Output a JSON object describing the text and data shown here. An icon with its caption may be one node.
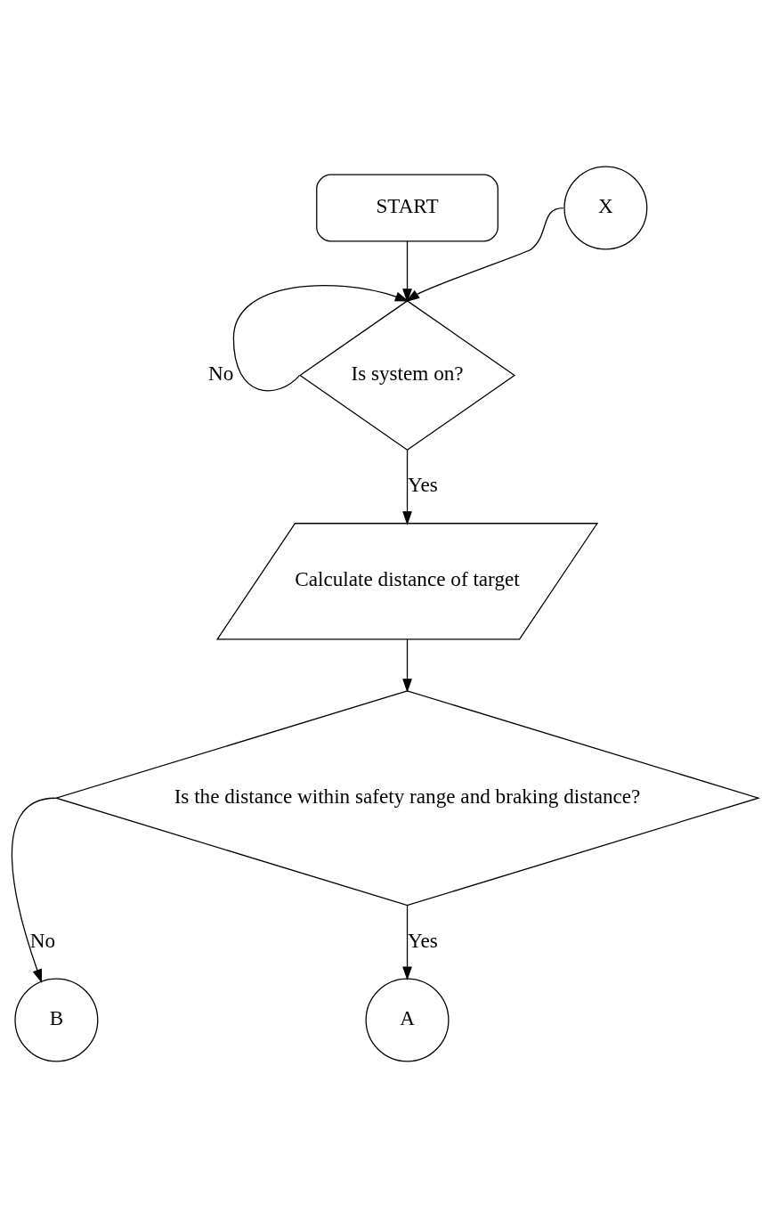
{
  "diagram": {
    "nodes": [
      {
        "text": [
          "START"
        ]
      },
      {
        "text": [
          "X"
        ]
      },
      {
        "text": [
          "Is system on?"
        ]
      },
      {
        "text": [
          "Calculate distance of target"
        ]
      },
      {
        "text": [
          "Is the distance within safety range and braking distance?"
        ]
      },
      {
        "text": [
          "B"
        ]
      },
      {
        "text": [
          "A"
        ]
      }
    ],
    "edges": [
      {
        "from": 0,
        "to": 2,
        "arrow": "to"
      },
      {
        "from": 1,
        "to": 2,
        "arrow": "to"
      },
      {
        "from": 2,
        "to": 2,
        "arrow": "to",
        "label": "No"
      },
      {
        "from": 2,
        "to": 3,
        "arrow": "to",
        "label": "Yes"
      },
      {
        "from": 3,
        "to": 4,
        "arrow": "to"
      },
      {
        "from": 4,
        "to": 5,
        "arrow": "to",
        "label": "No"
      },
      {
        "from": 4,
        "to": 6,
        "arrow": "to",
        "label": "Yes"
      }
    ]
  }
}
